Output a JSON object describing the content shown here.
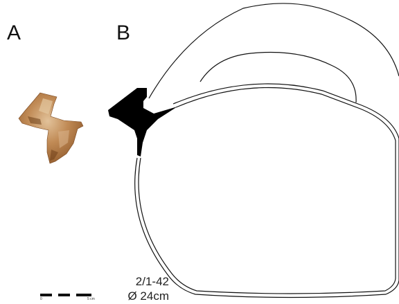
{
  "figure": {
    "panel_a_label": "A",
    "panel_b_label": "B",
    "sample_id": "2/1-42",
    "diameter": "Ø 24cm",
    "scale_bar": {
      "start_label": "0",
      "end_label": "5 cm"
    },
    "colors": {
      "outline": "#111111",
      "section_fill": "#000000",
      "sherd_base": "#a56b35",
      "sherd_light": "#d8b48a"
    }
  }
}
